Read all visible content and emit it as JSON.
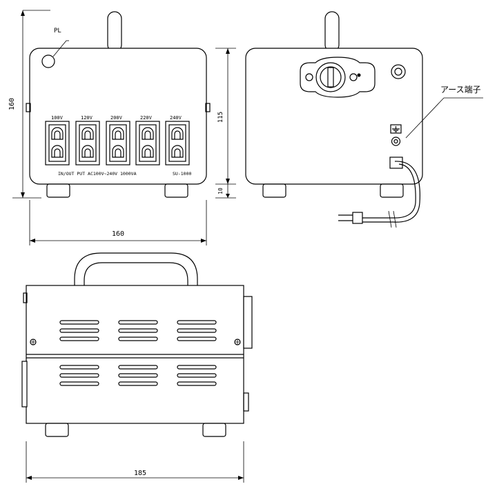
{
  "front": {
    "pl_label": "PL",
    "voltages": [
      "100V",
      "120V",
      "200V",
      "220V",
      "240V"
    ],
    "caption_left": "IN/OUT PUT AC100V~240V 1000VA",
    "caption_right": "SU-1000"
  },
  "dims": {
    "height_total": "160",
    "front_width": "160",
    "body_height": "115",
    "foot_height": "10",
    "side_width": "185"
  },
  "back": {
    "earth_label": "アース端子"
  }
}
